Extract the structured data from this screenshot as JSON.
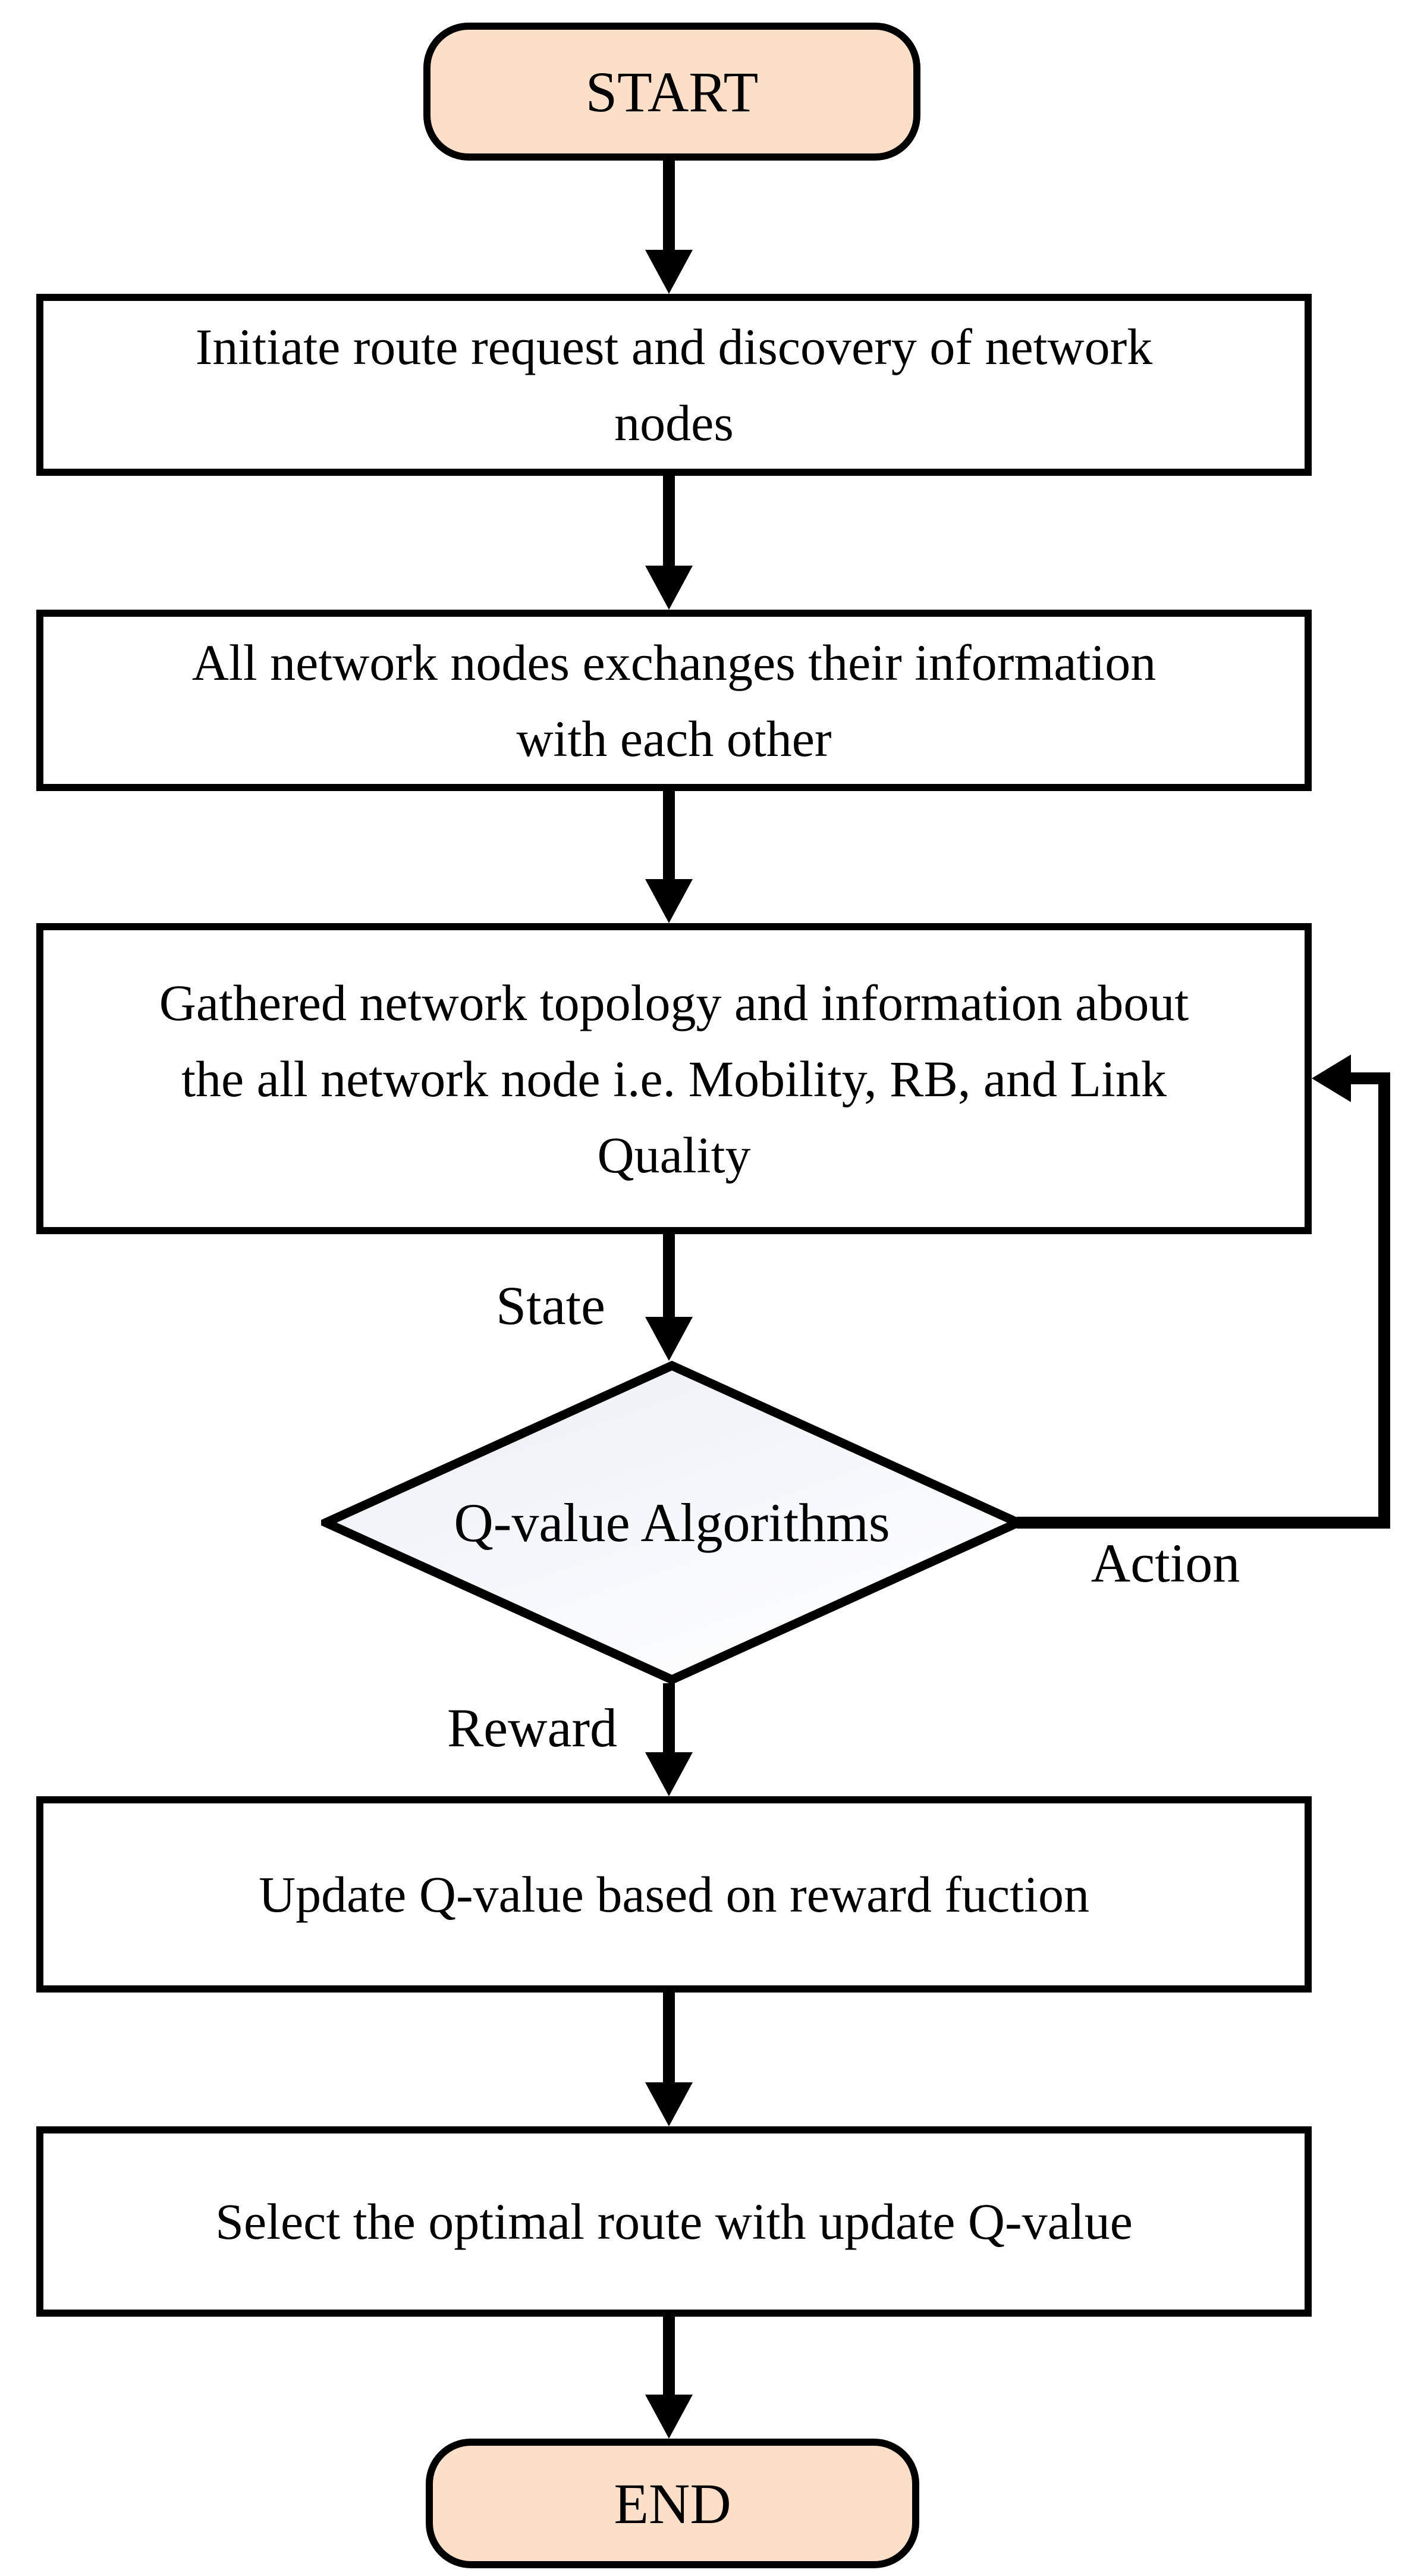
{
  "diagram": {
    "type": "flowchart",
    "colors": {
      "background": "#ffffff",
      "stroke": "#000000",
      "terminator_fill": "#fcdfc9",
      "process_fill": "#ffffff",
      "decision_gradient_start": "#e9edf4",
      "decision_gradient_end": "#ffffff"
    },
    "nodes": {
      "start": {
        "type": "terminator",
        "label": "START"
      },
      "step1": {
        "type": "process",
        "lines": [
          "Initiate route request and discovery of network",
          "nodes"
        ]
      },
      "step2": {
        "type": "process",
        "lines": [
          "All network nodes exchanges their information",
          "with each other"
        ]
      },
      "step3": {
        "type": "process",
        "lines": [
          "Gathered network topology and information about",
          "the all network node i.e. Mobility, RB, and Link",
          "Quality"
        ]
      },
      "decision": {
        "type": "decision",
        "label": "Q-value Algorithms"
      },
      "step4": {
        "type": "process",
        "lines": [
          "Update Q-value based on reward fuction"
        ]
      },
      "step5": {
        "type": "process",
        "lines": [
          "Select the optimal route with update Q-value"
        ]
      },
      "end": {
        "type": "terminator",
        "label": "END"
      }
    },
    "edge_labels": {
      "state": "State",
      "action": "Action",
      "reward": "Reward"
    }
  }
}
